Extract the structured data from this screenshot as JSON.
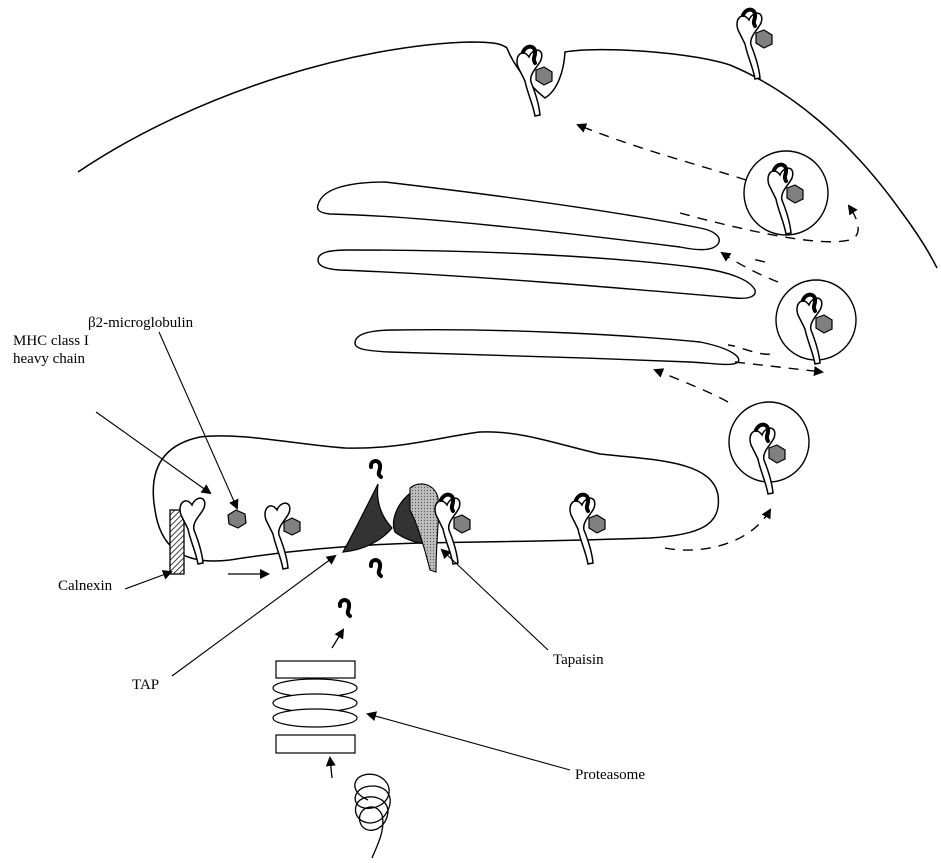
{
  "labels": {
    "b2m": "β2-microglobulin",
    "mhc_line1": "MHC class I",
    "mhc_line2": "heavy chain",
    "calnexin": "Calnexin",
    "tap": "TAP",
    "tapasin": "Tapaisin",
    "proteasome": "Proteasome"
  },
  "colors": {
    "b2m_fill": "#808080",
    "tap_fill": "#333333",
    "tapasin_fill": "#bdbdbd",
    "calnexin_hatch": "#000000"
  }
}
